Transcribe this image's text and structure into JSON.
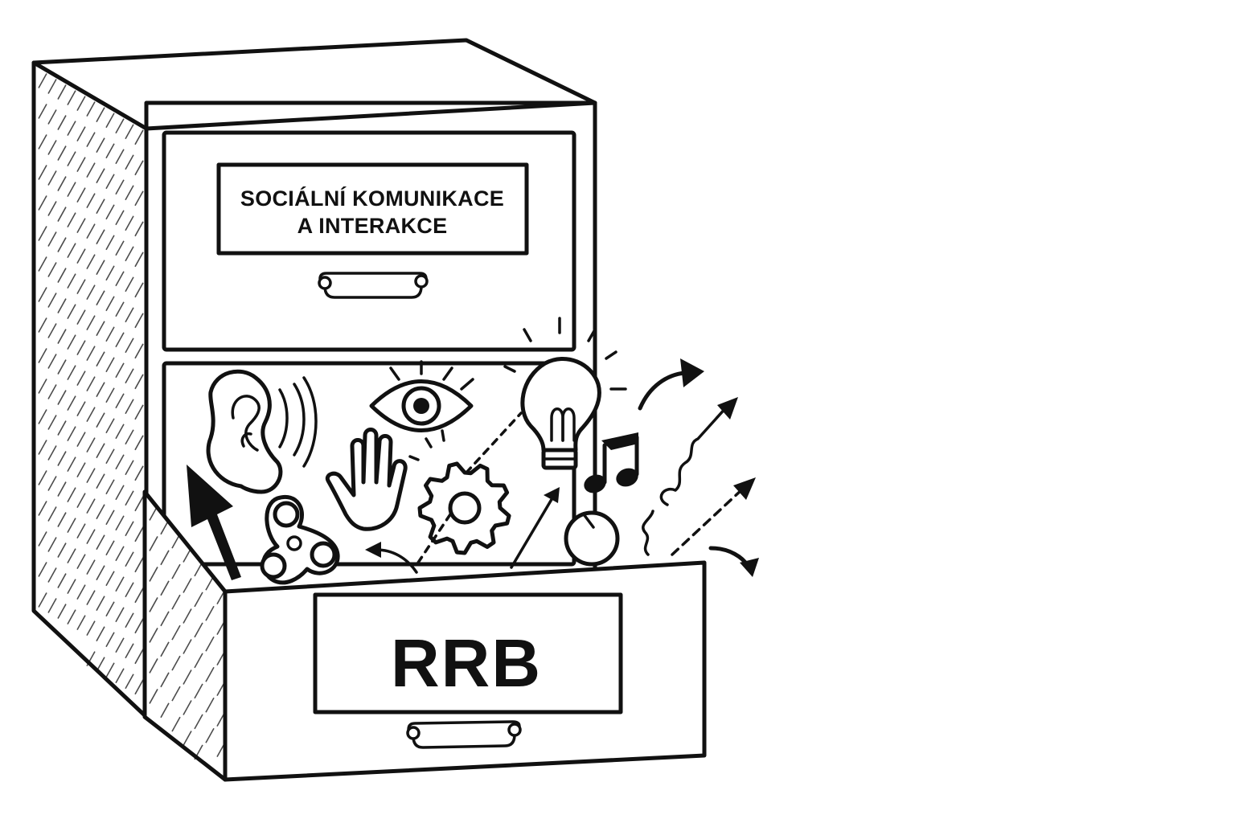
{
  "top_drawer": {
    "label_line1": "SOCIÁLNÍ KOMUNIKACE",
    "label_line2": "A INTERAKCE"
  },
  "bottom_drawer": {
    "label": "RRB"
  },
  "icons": [
    "ear-icon",
    "eye-icon",
    "lightbulb-icon",
    "hand-icon",
    "gear-icon",
    "music-note-icon",
    "fidget-spinner-icon",
    "ball-icon",
    "arrow-icon"
  ],
  "colors": {
    "ink": "#111111",
    "paper": "#ffffff"
  }
}
